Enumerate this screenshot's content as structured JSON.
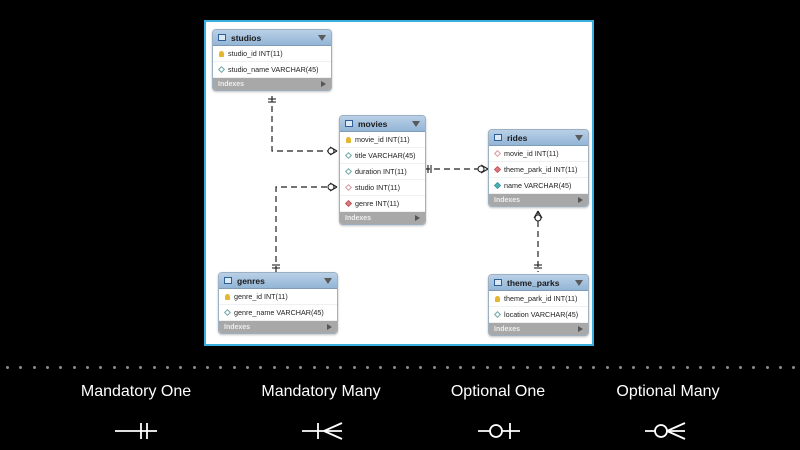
{
  "tables": {
    "studios": {
      "name": "studios",
      "columns": [
        {
          "icon": "key",
          "text": "studio_id INT(11)"
        },
        {
          "icon": "diamond-empty",
          "text": "studio_name VARCHAR(45)"
        }
      ],
      "indexes_label": "Indexes"
    },
    "movies": {
      "name": "movies",
      "columns": [
        {
          "icon": "key",
          "text": "movie_id INT(11)"
        },
        {
          "icon": "diamond-empty",
          "text": "title VARCHAR(45)"
        },
        {
          "icon": "diamond-empty",
          "text": "duration INT(11)"
        },
        {
          "icon": "diamond-pink",
          "text": "studio INT(11)"
        },
        {
          "icon": "diamond-red",
          "text": "genre INT(11)"
        }
      ],
      "indexes_label": "Indexes"
    },
    "rides": {
      "name": "rides",
      "columns": [
        {
          "icon": "diamond-pink",
          "text": "movie_id INT(11)"
        },
        {
          "icon": "diamond-red",
          "text": "theme_park_id INT(11)"
        },
        {
          "icon": "diamond-filled",
          "text": "name VARCHAR(45)"
        }
      ],
      "indexes_label": "Indexes"
    },
    "genres": {
      "name": "genres",
      "columns": [
        {
          "icon": "key",
          "text": "genre_id INT(11)"
        },
        {
          "icon": "diamond-empty",
          "text": "genre_name VARCHAR(45)"
        }
      ],
      "indexes_label": "Indexes"
    },
    "theme_parks": {
      "name": "theme_parks",
      "columns": [
        {
          "icon": "key",
          "text": "theme_park_id INT(11)"
        },
        {
          "icon": "diamond-empty",
          "text": "location VARCHAR(45)"
        }
      ],
      "indexes_label": "Indexes"
    }
  },
  "legend": {
    "mandatory_one": "Mandatory One",
    "mandatory_many": "Mandatory Many",
    "optional_one": "Optional One",
    "optional_many": "Optional Many"
  },
  "colors": {
    "canvas_border": "#3aaedc",
    "header": "#a9c6e2",
    "indexes_bar": "#a8a8a8",
    "background": "#000000"
  }
}
